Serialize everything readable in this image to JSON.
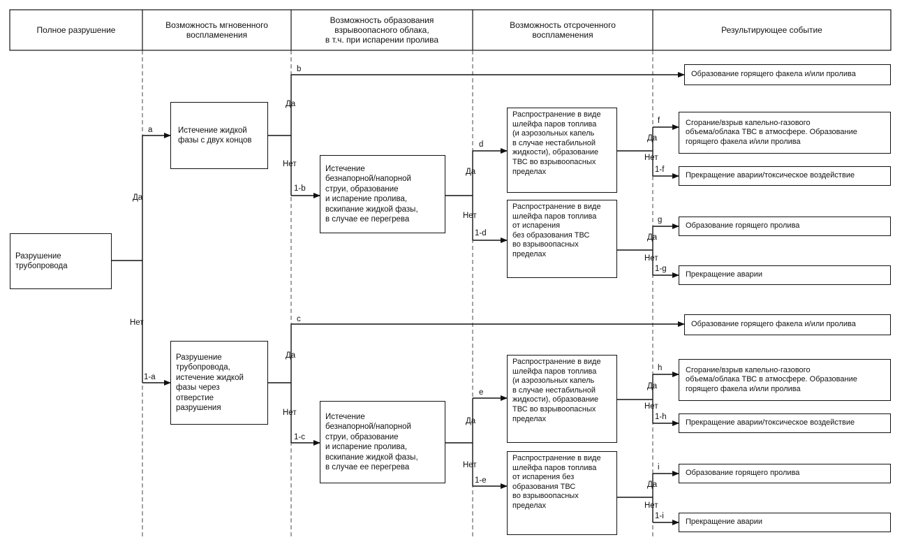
{
  "headers": [
    "Полное разрушение",
    "Возможность мгновенного\nвоспламенения",
    "Возможность образования\nвзрывоопасного облака,\nв т.ч. при испарении пролива",
    "Возможность отсроченного\nвоспламенения",
    "Результирующее событие"
  ],
  "nodes": {
    "root": "Разрушение\nтрубопровода",
    "liquid_two_ends": "Истечение жидкой\nфазы с двух концов",
    "rupture_opening": "Разрушение\nтрубопровода,\nистечение жидкой\nфазы через\nотверстие\nразрушения",
    "jet_upper": "Истечение\nбезнапорной/напорной\nструи, образование\nи испарение пролива,\nвскипание жидкой фазы,\nв случае ее перегрева",
    "jet_lower": "Истечение\nбезнапорной/напорной\nструи, образование\nи испарение пролива,\nвскипание жидкой фазы,\nв случае ее перегрева",
    "plume_vcs_upper": "Распространение в виде\nшлейфа паров топлива\n(и аэрозольных капель\nв случае нестабильной\nжидкости), образование\nТВС во взрывоопасных\nпределах",
    "plume_novcs_upper": "Распространение в виде\nшлейфа паров топлива\nот испарения\nбез образования ТВС\nво взрывоопасных\nпределах",
    "plume_vcs_lower": "Распространение в виде\nшлейфа паров топлива\n(и аэрозольных капель\nв случае нестабильной\nжидкости), образование\nТВС во взрывоопасных\nпределах",
    "plume_novcs_lower": "Распространение в виде\nшлейфа паров топлива\nот испарения без\nобразования ТВС\nво взрывоопасных\nпределах"
  },
  "outcomes": {
    "b": "Образование горящего факела и/или пролива",
    "f": "Сгорание/взрыв капельно-газового\nобъема/облака ТВС в атмосфере. Образование\nгорящего факела и/или пролива",
    "1-f": "Прекращение аварии/токсическое воздействие",
    "g": "Образование горящего пролива",
    "1-g": "Прекращение аварии",
    "c": "Образование горящего факела и/или пролива",
    "h": "Сгорание/взрыв капельно-газового\nобъема/облака ТВС в атмосфере. Образование\nгорящего факела и/или пролива",
    "1-h": "Прекращение аварии/токсическое воздействие",
    "i": "Образование горящего пролива",
    "1-i": "Прекращение аварии"
  },
  "branch_labels": {
    "a": "a",
    "one_a": "1-a",
    "b": "b",
    "one_b": "1-b",
    "c": "c",
    "one_c": "1-c",
    "d": "d",
    "one_d": "1-d",
    "e": "e",
    "one_e": "1-e",
    "f": "f",
    "one_f": "1-f",
    "g": "g",
    "one_g": "1-g",
    "h": "h",
    "one_h": "1-h",
    "i": "i",
    "one_i": "1-i",
    "yes": "Да",
    "no": "Нет"
  }
}
